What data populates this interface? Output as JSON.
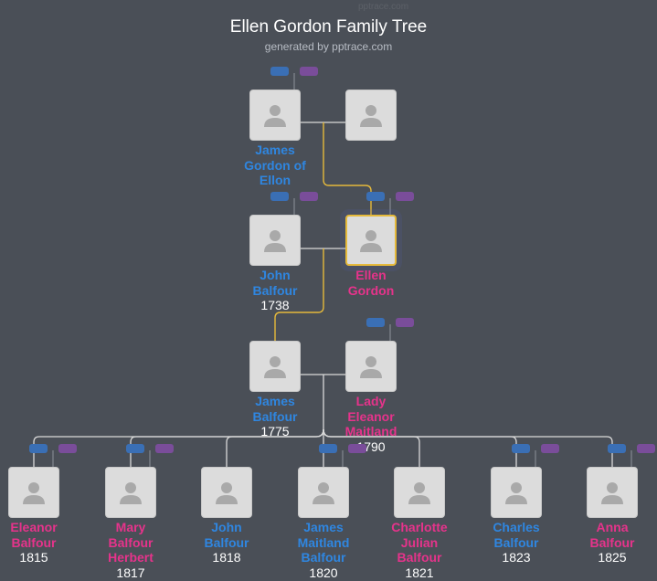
{
  "title": "Ellen Gordon Family Tree",
  "subtitle": "generated by pptrace.com",
  "watermark": "pptrace.com",
  "colors": {
    "background": "#4a4f57",
    "male_name": "#2f86e0",
    "female_name": "#e6338b",
    "line": "#d9d9d9",
    "highlight_line": "#e5b93b"
  },
  "people": [
    {
      "id": "james-gordon",
      "name": "James Gordon of Ellon",
      "lines": [
        "James",
        "Gordon of",
        "Ellon"
      ],
      "gender": "male",
      "year": ""
    },
    {
      "id": "james-gordon-spouse",
      "name": "",
      "lines": [],
      "gender": "female",
      "year": ""
    },
    {
      "id": "john-balfour-1738",
      "name": "John Balfour",
      "lines": [
        "John",
        "Balfour"
      ],
      "gender": "male",
      "year": "1738"
    },
    {
      "id": "ellen-gordon",
      "name": "Ellen Gordon",
      "lines": [
        "Ellen",
        "Gordon"
      ],
      "gender": "female",
      "year": "",
      "selected": true
    },
    {
      "id": "james-balfour-1775",
      "name": "James Balfour",
      "lines": [
        "James",
        "Balfour"
      ],
      "gender": "male",
      "year": "1775"
    },
    {
      "id": "lady-eleanor-maitland",
      "name": "Lady Eleanor Maitland",
      "lines": [
        "Lady",
        "Eleanor",
        "Maitland"
      ],
      "gender": "female",
      "year": "1790"
    },
    {
      "id": "eleanor-balfour",
      "name": "Eleanor Balfour",
      "lines": [
        "Eleanor",
        "Balfour"
      ],
      "gender": "female",
      "year": "1815"
    },
    {
      "id": "mary-balfour-herbert",
      "name": "Mary Balfour Herbert",
      "lines": [
        "Mary",
        "Balfour",
        "Herbert"
      ],
      "gender": "female",
      "year": "1817"
    },
    {
      "id": "john-balfour-1818",
      "name": "John Balfour",
      "lines": [
        "John",
        "Balfour"
      ],
      "gender": "male",
      "year": "1818"
    },
    {
      "id": "james-maitland-balfour",
      "name": "James Maitland Balfour",
      "lines": [
        "James",
        "Maitland",
        "Balfour"
      ],
      "gender": "male",
      "year": "1820"
    },
    {
      "id": "charlotte-julian-balfour",
      "name": "Charlotte Julian Balfour",
      "lines": [
        "Charlotte",
        "Julian",
        "Balfour"
      ],
      "gender": "female",
      "year": "1821"
    },
    {
      "id": "charles-balfour",
      "name": "Charles Balfour",
      "lines": [
        "Charles",
        "Balfour"
      ],
      "gender": "male",
      "year": "1823"
    },
    {
      "id": "anna-balfour",
      "name": "Anna Balfour",
      "lines": [
        "Anna",
        "Balfour"
      ],
      "gender": "female",
      "year": "1825"
    }
  ]
}
